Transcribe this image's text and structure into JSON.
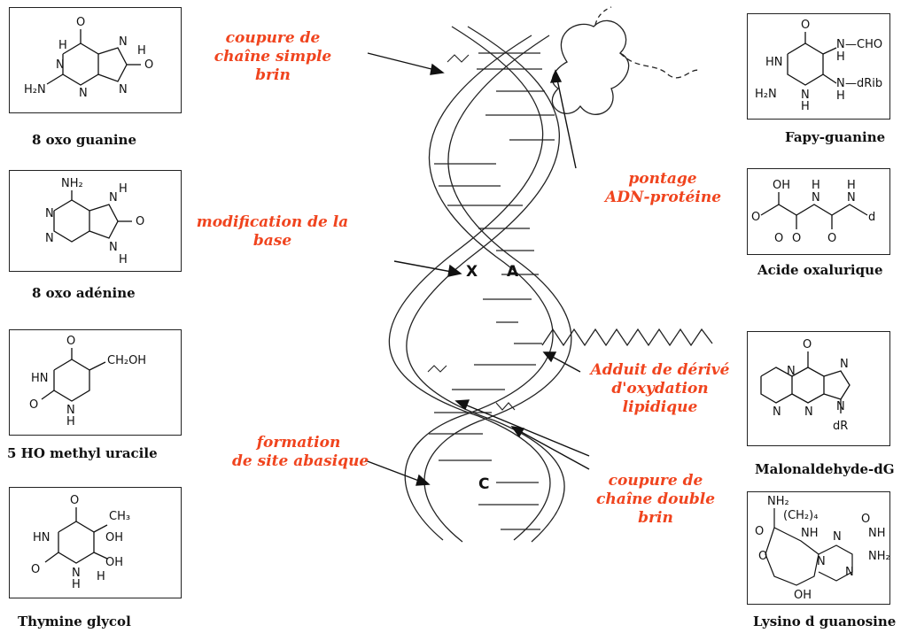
{
  "molecules": {
    "oxo_guanine": {
      "name": "8 oxo guanine",
      "atoms": [
        "O",
        "N",
        "N",
        "N",
        "N",
        "O",
        "H₂N",
        "H",
        "H"
      ]
    },
    "oxo_adenine": {
      "name": "8 oxo adénine",
      "atoms": [
        "NH₂",
        "N",
        "N",
        "N",
        "N",
        "O",
        "H",
        "H"
      ]
    },
    "ho_methyl_uracile": {
      "name": "5 HO methyl uracile",
      "atoms": [
        "O",
        "HN",
        "N",
        "O",
        "H",
        "CH₂OH"
      ]
    },
    "thymine_glycol": {
      "name": "Thymine glycol",
      "atoms": [
        "O",
        "CH₃",
        "HN",
        "OH",
        "OH",
        "O",
        "N",
        "H",
        "H"
      ]
    },
    "fapy_guanine": {
      "name": "Fapy-guanine",
      "atoms": [
        "O",
        "N",
        "H",
        "—CHO",
        "HN",
        "N",
        "H₂N",
        "N",
        "H",
        "—dRib",
        "H"
      ]
    },
    "acide_oxalurique": {
      "name": "Acide oxalurique",
      "atoms": [
        "OH",
        "H",
        "H",
        "N",
        "N",
        "d",
        "O",
        "O",
        "O",
        "O"
      ]
    },
    "malonaldehyde_dg": {
      "name": "Malonaldehyde-dG",
      "atoms": [
        "O",
        "N",
        "N",
        "N",
        "N",
        "N",
        "dR"
      ]
    },
    "lysino_d_guanosine": {
      "name": "Lysino d guanosine",
      "atoms": [
        "NH₂",
        "(CH₂)₄",
        "NH",
        "O",
        "N",
        "N",
        "N",
        "NH",
        "NH₂",
        "O",
        "O",
        "OH"
      ]
    }
  },
  "annotations": {
    "cut_single": [
      "coupure de",
      "chaîne simple",
      "brin"
    ],
    "base_mod": [
      "modification de la",
      "base"
    ],
    "abasic": [
      "formation",
      "de site abasique"
    ],
    "crosslink": [
      "pontage",
      "ADN-protéine"
    ],
    "lipid_adduct": [
      "Adduit de dérivé",
      "d'oxydation",
      "lipidique"
    ],
    "cut_double": [
      "coupure de",
      "chaîne double",
      "brin"
    ]
  },
  "bases": {
    "x": "X",
    "a": "A",
    "c": "C"
  },
  "colors": {
    "label": "#f0441e",
    "line": "#222222"
  }
}
